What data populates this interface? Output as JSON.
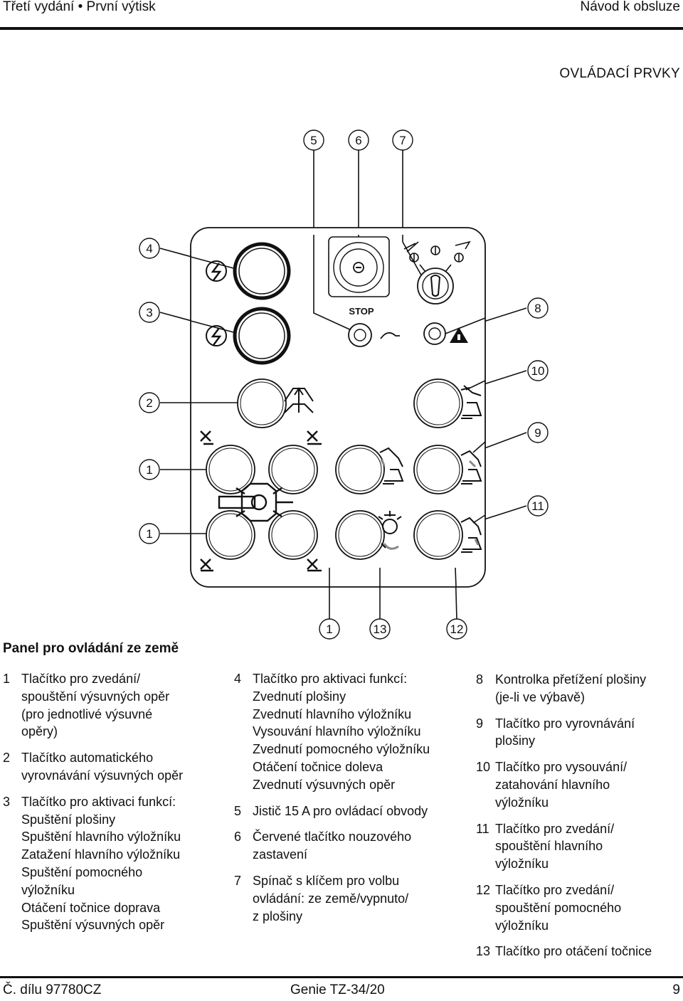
{
  "header": {
    "left": "Třetí vydání • První výtisk",
    "right": "Návod k obsluze"
  },
  "section_title": "OVLÁDACÍ PRVKY",
  "diagram": {
    "callouts": [
      "5",
      "6",
      "7",
      "4",
      "3",
      "8",
      "10",
      "2",
      "9",
      "1",
      "11",
      "1",
      "1",
      "13",
      "12"
    ],
    "stop_label": "STOP"
  },
  "panel_title": "Panel pro ovládání ze země",
  "legend": {
    "col1": [
      {
        "num": "1",
        "lines": [
          "Tlačítko pro zvedání/",
          "spouštění výsuvných opěr",
          "(pro jednotlivé výsuvné",
          "opěry)"
        ]
      },
      {
        "num": "2",
        "lines": [
          "Tlačítko automatického",
          "vyrovnávání výsuvných opěr"
        ]
      },
      {
        "num": "3",
        "lines": [
          "Tlačítko pro aktivaci funkcí:",
          "Spuštění plošiny",
          "Spuštění hlavního výložníku",
          "Zatažení hlavního výložníku",
          "Spuštění pomocného",
          "výložníku",
          "Otáčení točnice doprava",
          "Spuštění výsuvných opěr"
        ]
      }
    ],
    "col2": [
      {
        "num": "4",
        "lines": [
          "Tlačítko pro aktivaci funkcí:",
          "Zvednutí plošiny",
          "Zvednutí hlavního výložníku",
          "Vysouvání hlavního výložníku",
          "Zvednutí pomocného výložníku",
          "Otáčení točnice doleva",
          "Zvednutí výsuvných opěr"
        ]
      },
      {
        "num": "5",
        "lines": [
          "Jistič 15 A pro ovládací obvody"
        ]
      },
      {
        "num": "6",
        "lines": [
          "Červené tlačítko nouzového",
          "zastavení"
        ]
      },
      {
        "num": "7",
        "lines": [
          "Spínač s klíčem pro volbu",
          "ovládání: ze země/vypnuto/",
          "z plošiny"
        ]
      }
    ],
    "col3": [
      {
        "num": "8",
        "lines": [
          "Kontrolka přetížení plošiny",
          "(je-li ve výbavě)"
        ]
      },
      {
        "num": "9",
        "lines": [
          "Tlačítko pro vyrovnávání",
          "plošiny"
        ]
      },
      {
        "num": "10",
        "lines": [
          "Tlačítko pro vysouvání/",
          "zatahování hlavního",
          "výložníku"
        ]
      },
      {
        "num": "11",
        "lines": [
          "Tlačítko pro zvedání/",
          "spouštění hlavního",
          "výložníku"
        ]
      },
      {
        "num": "12",
        "lines": [
          "Tlačítko pro zvedání/",
          "spouštění pomocného",
          "výložníku"
        ]
      },
      {
        "num": "13",
        "lines": [
          "Tlačítko pro otáčení točnice"
        ]
      }
    ]
  },
  "footer": {
    "left": "Č. dílu 97780CZ",
    "center": "Genie TZ-34/20",
    "right": "9"
  }
}
